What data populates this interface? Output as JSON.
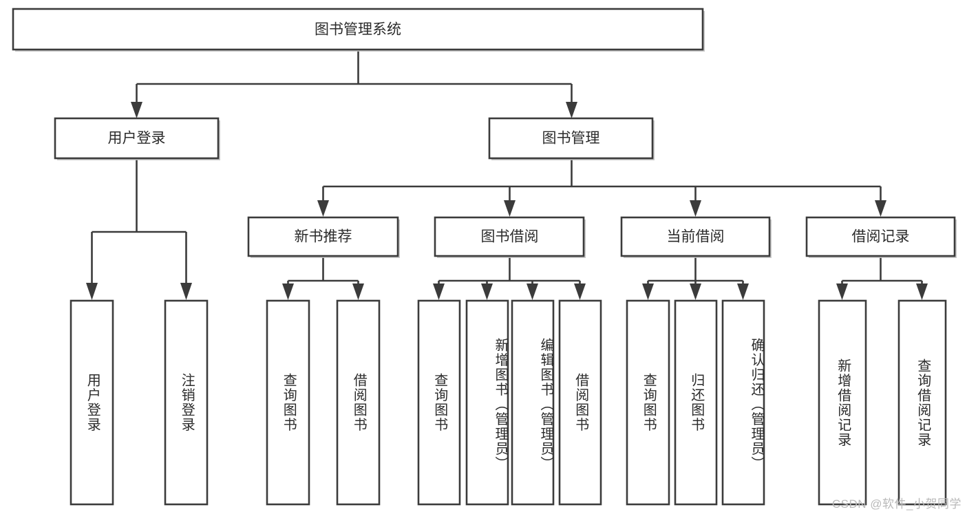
{
  "diagram": {
    "title": "图书管理系统",
    "type": "tree-hierarchy",
    "watermark": "CSDN @软件_小贺同学",
    "root": {
      "id": "root",
      "label": "图书管理系统"
    },
    "level2": [
      {
        "id": "user-login",
        "label": "用户登录"
      },
      {
        "id": "book-management",
        "label": "图书管理"
      }
    ],
    "level3": [
      {
        "id": "new-book-recommend",
        "label": "新书推荐"
      },
      {
        "id": "book-borrow",
        "label": "图书借阅"
      },
      {
        "id": "current-borrow",
        "label": "当前借阅"
      },
      {
        "id": "borrow-record",
        "label": "借阅记录"
      }
    ],
    "leaves": [
      {
        "id": "leaf-user-login",
        "label": "用户登录",
        "parent": "user-login"
      },
      {
        "id": "leaf-logout-login",
        "label": "注销登录",
        "parent": "user-login"
      },
      {
        "id": "leaf-query-book-1",
        "label": "查询图书",
        "parent": "new-book-recommend"
      },
      {
        "id": "leaf-borrow-book-1",
        "label": "借阅图书",
        "parent": "new-book-recommend"
      },
      {
        "id": "leaf-query-book-2",
        "label": "查询图书",
        "parent": "book-borrow"
      },
      {
        "id": "leaf-add-book",
        "label": "新增图书（管理员）",
        "parent": "book-borrow"
      },
      {
        "id": "leaf-edit-book",
        "label": "编辑图书（管理员）",
        "parent": "book-borrow"
      },
      {
        "id": "leaf-borrow-book-2",
        "label": "借阅图书",
        "parent": "book-borrow"
      },
      {
        "id": "leaf-query-book-3",
        "label": "查询图书",
        "parent": "current-borrow"
      },
      {
        "id": "leaf-return-book",
        "label": "归还图书",
        "parent": "current-borrow"
      },
      {
        "id": "leaf-confirm-return",
        "label": "确认归还（管理员）",
        "parent": "current-borrow"
      },
      {
        "id": "leaf-add-record",
        "label": "新增借阅记录",
        "parent": "borrow-record"
      },
      {
        "id": "leaf-query-record",
        "label": "查询借阅记录",
        "parent": "borrow-record"
      }
    ],
    "colors": {
      "box_fill": "#ffffff",
      "box_stroke": "#3b3b3b",
      "text": "#2b2b2b",
      "background": "#ffffff",
      "watermark": "#b9b9b9"
    }
  }
}
